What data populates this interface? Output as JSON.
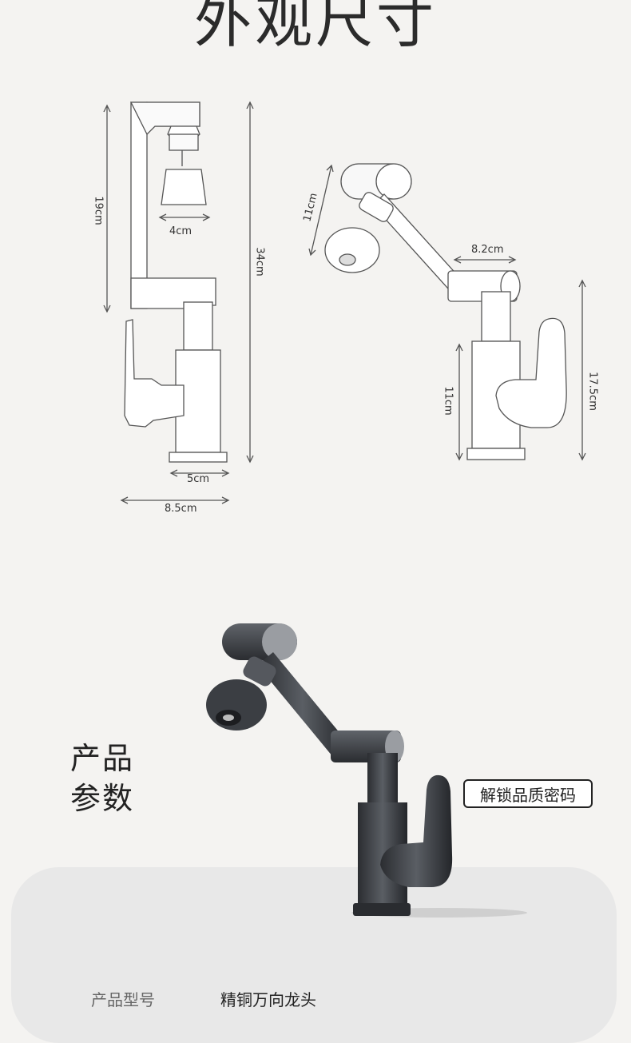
{
  "header": {
    "title": "外观尺寸"
  },
  "dimensions": {
    "left_view": {
      "height_top": "19cm",
      "spout": "4cm",
      "total_height": "34cm",
      "base": "5cm",
      "width": "8.5cm"
    },
    "right_view": {
      "spout_arm": "11cm",
      "reach": "8.2cm",
      "body_height": "11cm",
      "total_height": "17.5cm"
    }
  },
  "params": {
    "line1": "产品",
    "line2": "参数"
  },
  "badge": {
    "label": "解锁品质密码"
  },
  "bottom": {
    "left": "产品型号",
    "right": "精铜万向龙头"
  },
  "colors": {
    "background": "#f4f3f1",
    "panel": "#e8e8e8",
    "faucet": "#3a3d42"
  }
}
